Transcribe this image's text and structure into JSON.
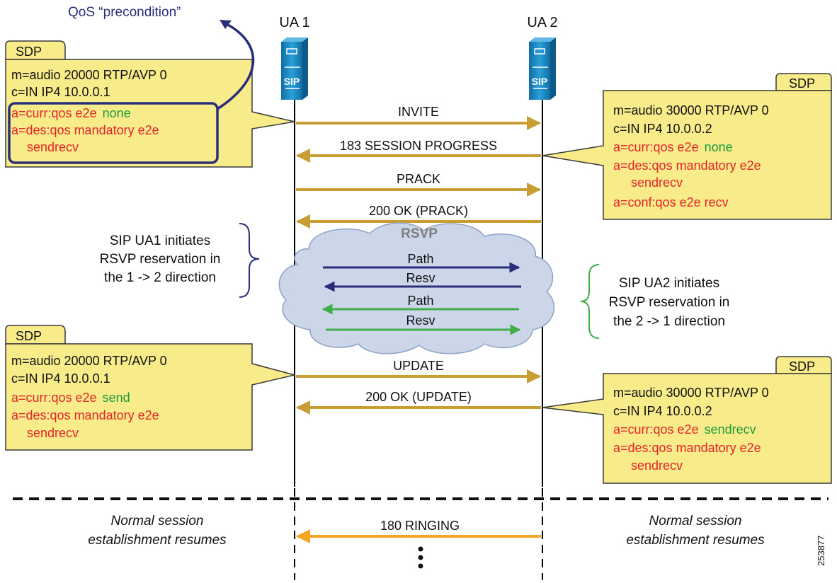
{
  "colors": {
    "msg": "#c79d34",
    "ringing": "#f5a623",
    "sdp_fill": "#f7eb8a",
    "sdp_stroke": "#3a3a3a",
    "red": "#e5242a",
    "green": "#1b9b3d",
    "navy": "#2a2e7a",
    "bright_green": "#3fae49",
    "cloud": "#cbd6e8",
    "server": "#1a87c2"
  },
  "annotation": {
    "qos_precondition": "QoS “precondition”"
  },
  "entities": {
    "ua1": "UA 1",
    "ua2": "UA 2",
    "server_logo": "SIP"
  },
  "messages": {
    "invite": "INVITE",
    "progress": "183 SESSION PROGRESS",
    "prack": "PRACK",
    "ok_prack": "200 OK (PRACK)",
    "update": "UPDATE",
    "ok_update": "200 OK (UPDATE)",
    "ringing": "180 RINGING"
  },
  "rsvp": {
    "label": "RSVP",
    "path1": "Path",
    "resv1": "Resv",
    "path2": "Path",
    "resv2": "Resv"
  },
  "notes": {
    "ua1_1": "SIP UA1 initiates",
    "ua1_2": "RSVP reservation in",
    "ua1_3": "the 1 -> 2 direction",
    "ua2_1": "SIP UA2 initiates",
    "ua2_2": "RSVP reservation in",
    "ua2_3": "the 2 -> 1 direction"
  },
  "sdp": {
    "tab": "SDP",
    "b1": {
      "m": "m=audio 20000 RTP/AVP 0",
      "c": "c=IN IP4 10.0.0.1",
      "curr": "a=curr:qos e2e",
      "curr_val": "none",
      "des": "a=des:qos mandatory e2e",
      "des2": "sendrecv"
    },
    "b2": {
      "m": "m=audio 30000 RTP/AVP 0",
      "c": "c=IN IP4 10.0.0.2",
      "curr": "a=curr:qos e2e",
      "curr_val": "none",
      "des": "a=des:qos mandatory e2e",
      "des2": "sendrecv",
      "conf": "a=conf:qos e2e recv"
    },
    "b3": {
      "m": "m=audio 20000 RTP/AVP 0",
      "c": "c=IN IP4 10.0.0.1",
      "curr": "a=curr:qos e2e",
      "curr_val": "send",
      "des": "a=des:qos mandatory e2e",
      "des2": "sendrecv"
    },
    "b4": {
      "m": "m=audio 30000 RTP/AVP 0",
      "c": "c=IN IP4 10.0.0.2",
      "curr": "a=curr:qos e2e",
      "curr_val": "sendrecv",
      "des": "a=des:qos mandatory e2e",
      "des2": "sendrecv"
    }
  },
  "resume": {
    "line1": "Normal session",
    "line2": "establishment resumes"
  },
  "figure_id": "253877"
}
